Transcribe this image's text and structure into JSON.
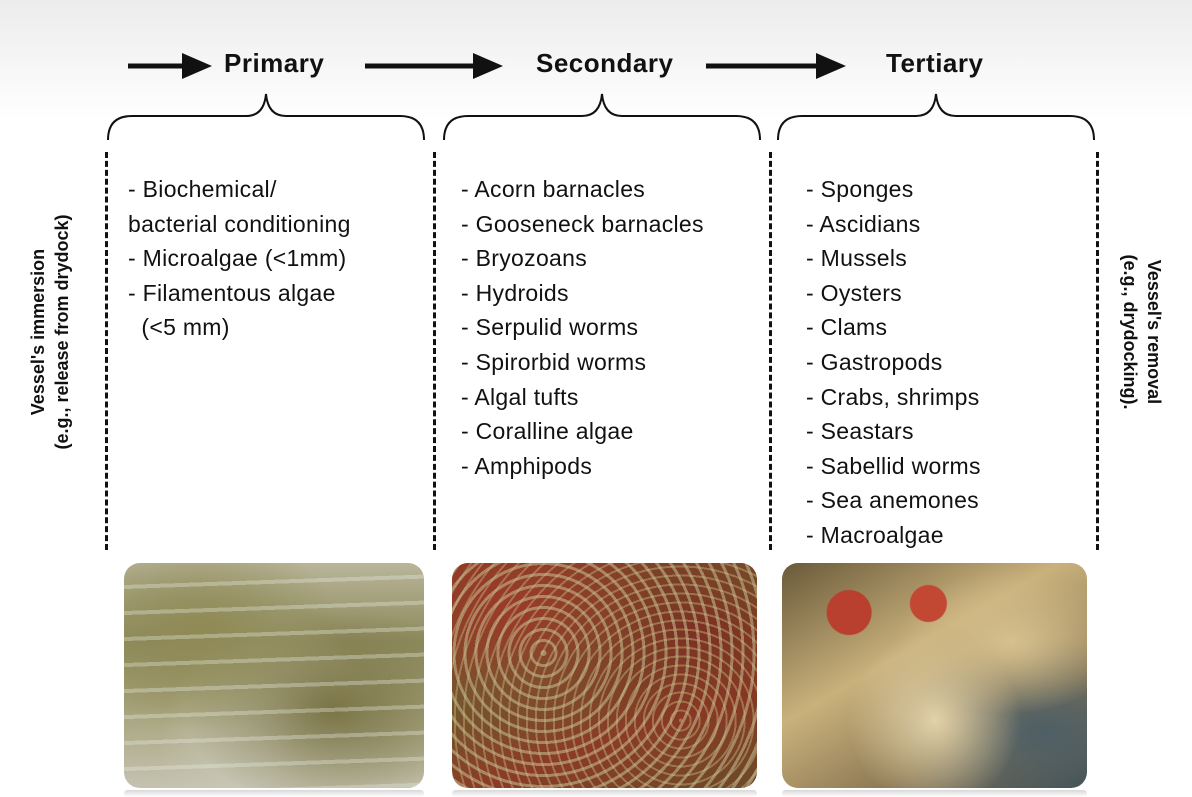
{
  "stages": {
    "primary": "Primary",
    "secondary": "Secondary",
    "tertiary": "Tertiary"
  },
  "lists": {
    "primary": [
      "- Biochemical/",
      "bacterial conditioning",
      "- Microalgae (<1mm)",
      "- Filamentous algae",
      "  (<5 mm)"
    ],
    "secondary": [
      "- Acorn barnacles",
      "- Gooseneck barnacles",
      "- Bryozoans",
      "- Hydroids",
      "- Serpulid worms",
      "- Spirorbid worms",
      "- Algal tufts",
      "- Coralline algae",
      "- Amphipods"
    ],
    "tertiary": [
      "- Sponges",
      "- Ascidians",
      "- Mussels",
      "- Oysters",
      "- Clams",
      "- Gastropods",
      "- Crabs, shrimps",
      "- Seastars",
      "- Sabellid worms",
      "- Sea anemones",
      "- Macroalgae"
    ]
  },
  "side_labels": {
    "left_line1": "Vessel's immersion",
    "left_line2": "(e.g., release from drydock)",
    "right_line1": "Vessel's removal",
    "right_line2": "(e.g., drydocking)."
  },
  "colors": {
    "text": "#111111",
    "background": "#ffffff"
  }
}
